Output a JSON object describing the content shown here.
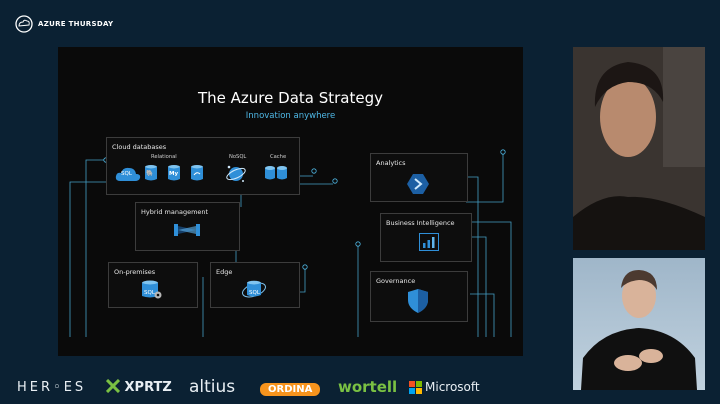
{
  "brand": {
    "label": "AZURE THURSDAY"
  },
  "slide": {
    "title": "The Azure Data Strategy",
    "subtitle": "Innovation anywhere",
    "cloud_databases": {
      "label": "Cloud databases",
      "relational_label": "Relational",
      "nosql_label": "NoSQL",
      "cache_label": "Cache",
      "sql_icon_text": "SQL",
      "pg_icon_text": "🐘",
      "mysql_icon_text": "My"
    },
    "hybrid_management": {
      "label": "Hybrid management"
    },
    "on_premises": {
      "label": "On-premises",
      "icon_text": "SQL"
    },
    "edge": {
      "label": "Edge",
      "icon_text": "SQL"
    },
    "analytics": {
      "label": "Analytics"
    },
    "business_intelligence": {
      "label": "Business Intelligence"
    },
    "governance": {
      "label": "Governance"
    }
  },
  "sponsors": {
    "heroes": "HER◦ES",
    "xprtz": "XPRTZ",
    "altius": "altius",
    "ordina": "ORDINA",
    "wortell": "wortell",
    "microsoft": "Microsoft"
  },
  "colors": {
    "background": "#0b2133",
    "accent": "#4fb8e6",
    "ordina": "#f7941d",
    "wortell": "#7ac143",
    "ms_red": "#f25022",
    "ms_green": "#7fba00",
    "ms_blue": "#00a4ef",
    "ms_yellow": "#ffb900"
  }
}
